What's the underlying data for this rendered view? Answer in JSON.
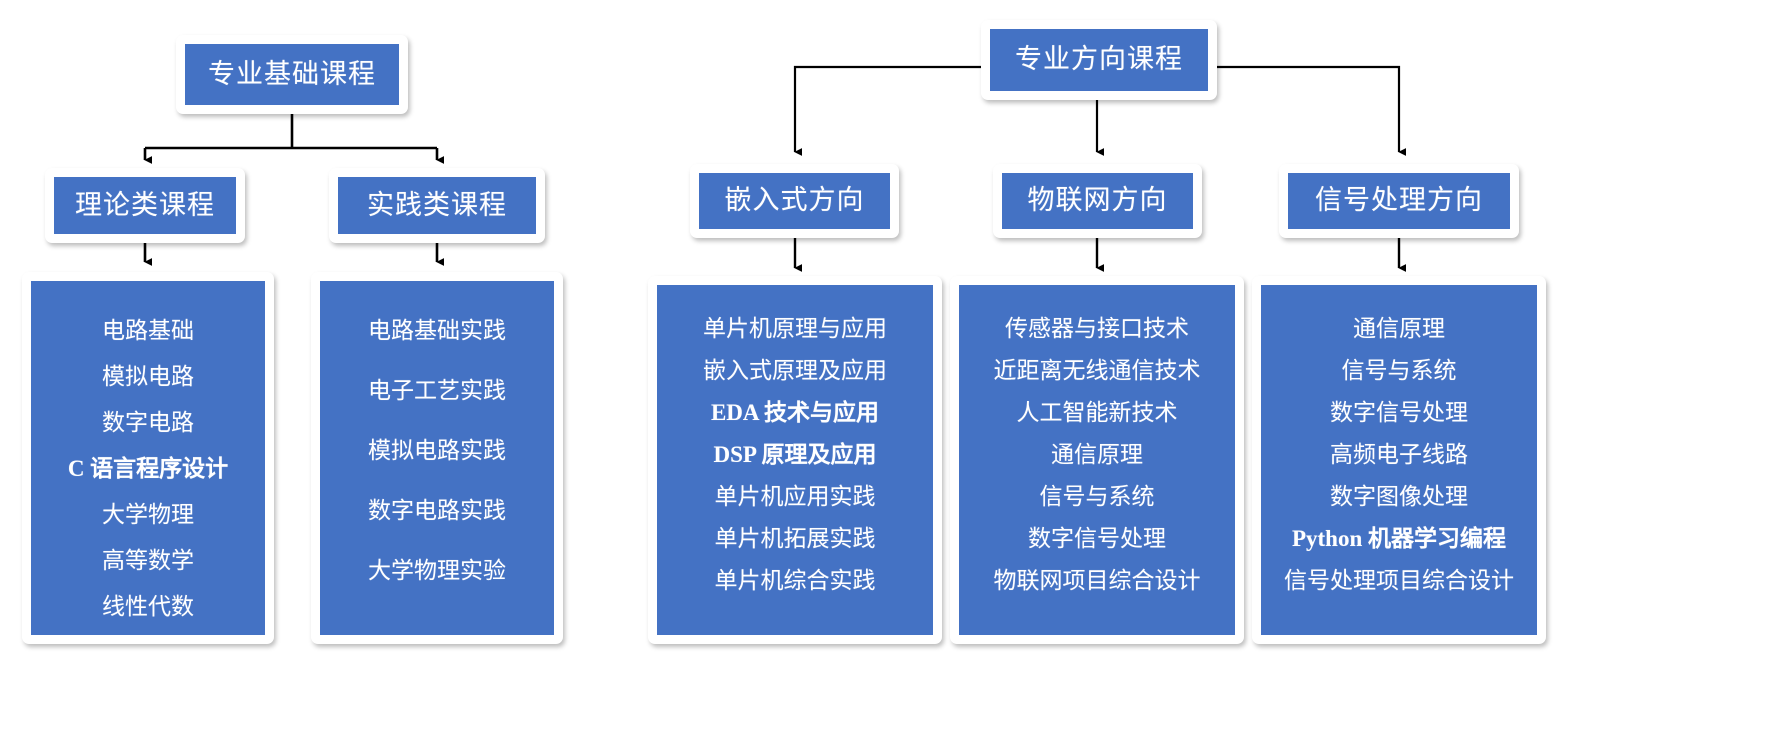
{
  "theme": {
    "box_fill": "#4472C4",
    "box_frame": "#FFFFFF",
    "text_color": "#FFFFFF",
    "connector_color": "#000000",
    "page_background": "#FFFFFF"
  },
  "left_tree": {
    "root": {
      "label": "专业基础课程"
    },
    "branches": [
      {
        "label": "理论类课程",
        "courses": [
          "电路基础",
          "模拟电路",
          "数字电路",
          "C 语言程序设计",
          "大学物理",
          "高等数学",
          "线性代数"
        ]
      },
      {
        "label": "实践类课程",
        "courses": [
          "电路基础实践",
          "电子工艺实践",
          "模拟电路实践",
          "数字电路实践",
          "大学物理实验"
        ]
      }
    ]
  },
  "right_tree": {
    "root": {
      "label": "专业方向课程"
    },
    "branches": [
      {
        "label": "嵌入式方向",
        "courses": [
          "单片机原理与应用",
          "嵌入式原理及应用",
          "EDA 技术与应用",
          "DSP 原理及应用",
          "单片机应用实践",
          "单片机拓展实践",
          "单片机综合实践"
        ]
      },
      {
        "label": "物联网方向",
        "courses": [
          "传感器与接口技术",
          "近距离无线通信技术",
          "人工智能新技术",
          "通信原理",
          "信号与系统",
          "数字信号处理",
          "物联网项目综合设计"
        ]
      },
      {
        "label": "信号处理方向",
        "courses": [
          "通信原理",
          "信号与系统",
          "数字信号处理",
          "高频电子线路",
          "数字图像处理",
          "Python 机器学习编程",
          "信号处理项目综合设计"
        ]
      }
    ]
  }
}
